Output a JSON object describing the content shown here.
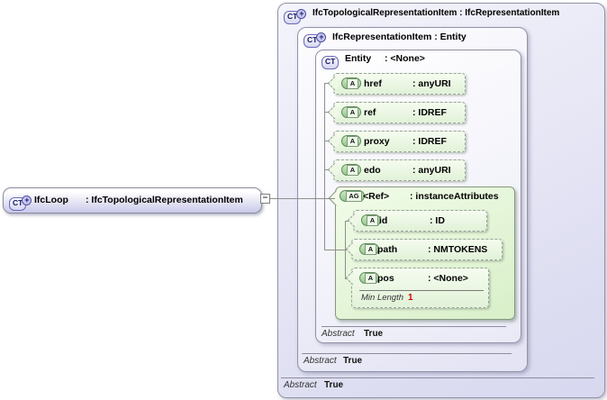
{
  "icons": {
    "complex_type_label": "CT",
    "plus_label": "+",
    "attribute_label": "A",
    "attribute_group_label": "AG",
    "collapse_label": "−"
  },
  "ifcloop": {
    "name": "IfcLoop",
    "type": ": IfcTopologicalRepresentationItem"
  },
  "outer": {
    "title": "IfcTopologicalRepresentationItem : IfcRepresentationItem",
    "abstract_label": "Abstract",
    "abstract_value": "True"
  },
  "rep": {
    "title": "IfcRepresentationItem : Entity",
    "abstract_label": "Abstract",
    "abstract_value": "True"
  },
  "entity": {
    "name": "Entity",
    "type": ": <None>",
    "abstract_label": "Abstract",
    "abstract_value": "True",
    "attributes": [
      {
        "name": "href",
        "type": ": anyURI"
      },
      {
        "name": "ref",
        "type": ": IDREF"
      },
      {
        "name": "proxy",
        "type": ": IDREF"
      },
      {
        "name": "edo",
        "type": ": anyURI"
      }
    ],
    "group": {
      "name": "<Ref>",
      "type": ": instanceAttributes",
      "attributes": [
        {
          "name": "id",
          "type": ": ID"
        },
        {
          "name": "path",
          "type": ": NMTOKENS"
        },
        {
          "name": "pos",
          "type": ": <None>",
          "facet_label": "Min Length",
          "facet_value": "1"
        }
      ]
    }
  }
}
